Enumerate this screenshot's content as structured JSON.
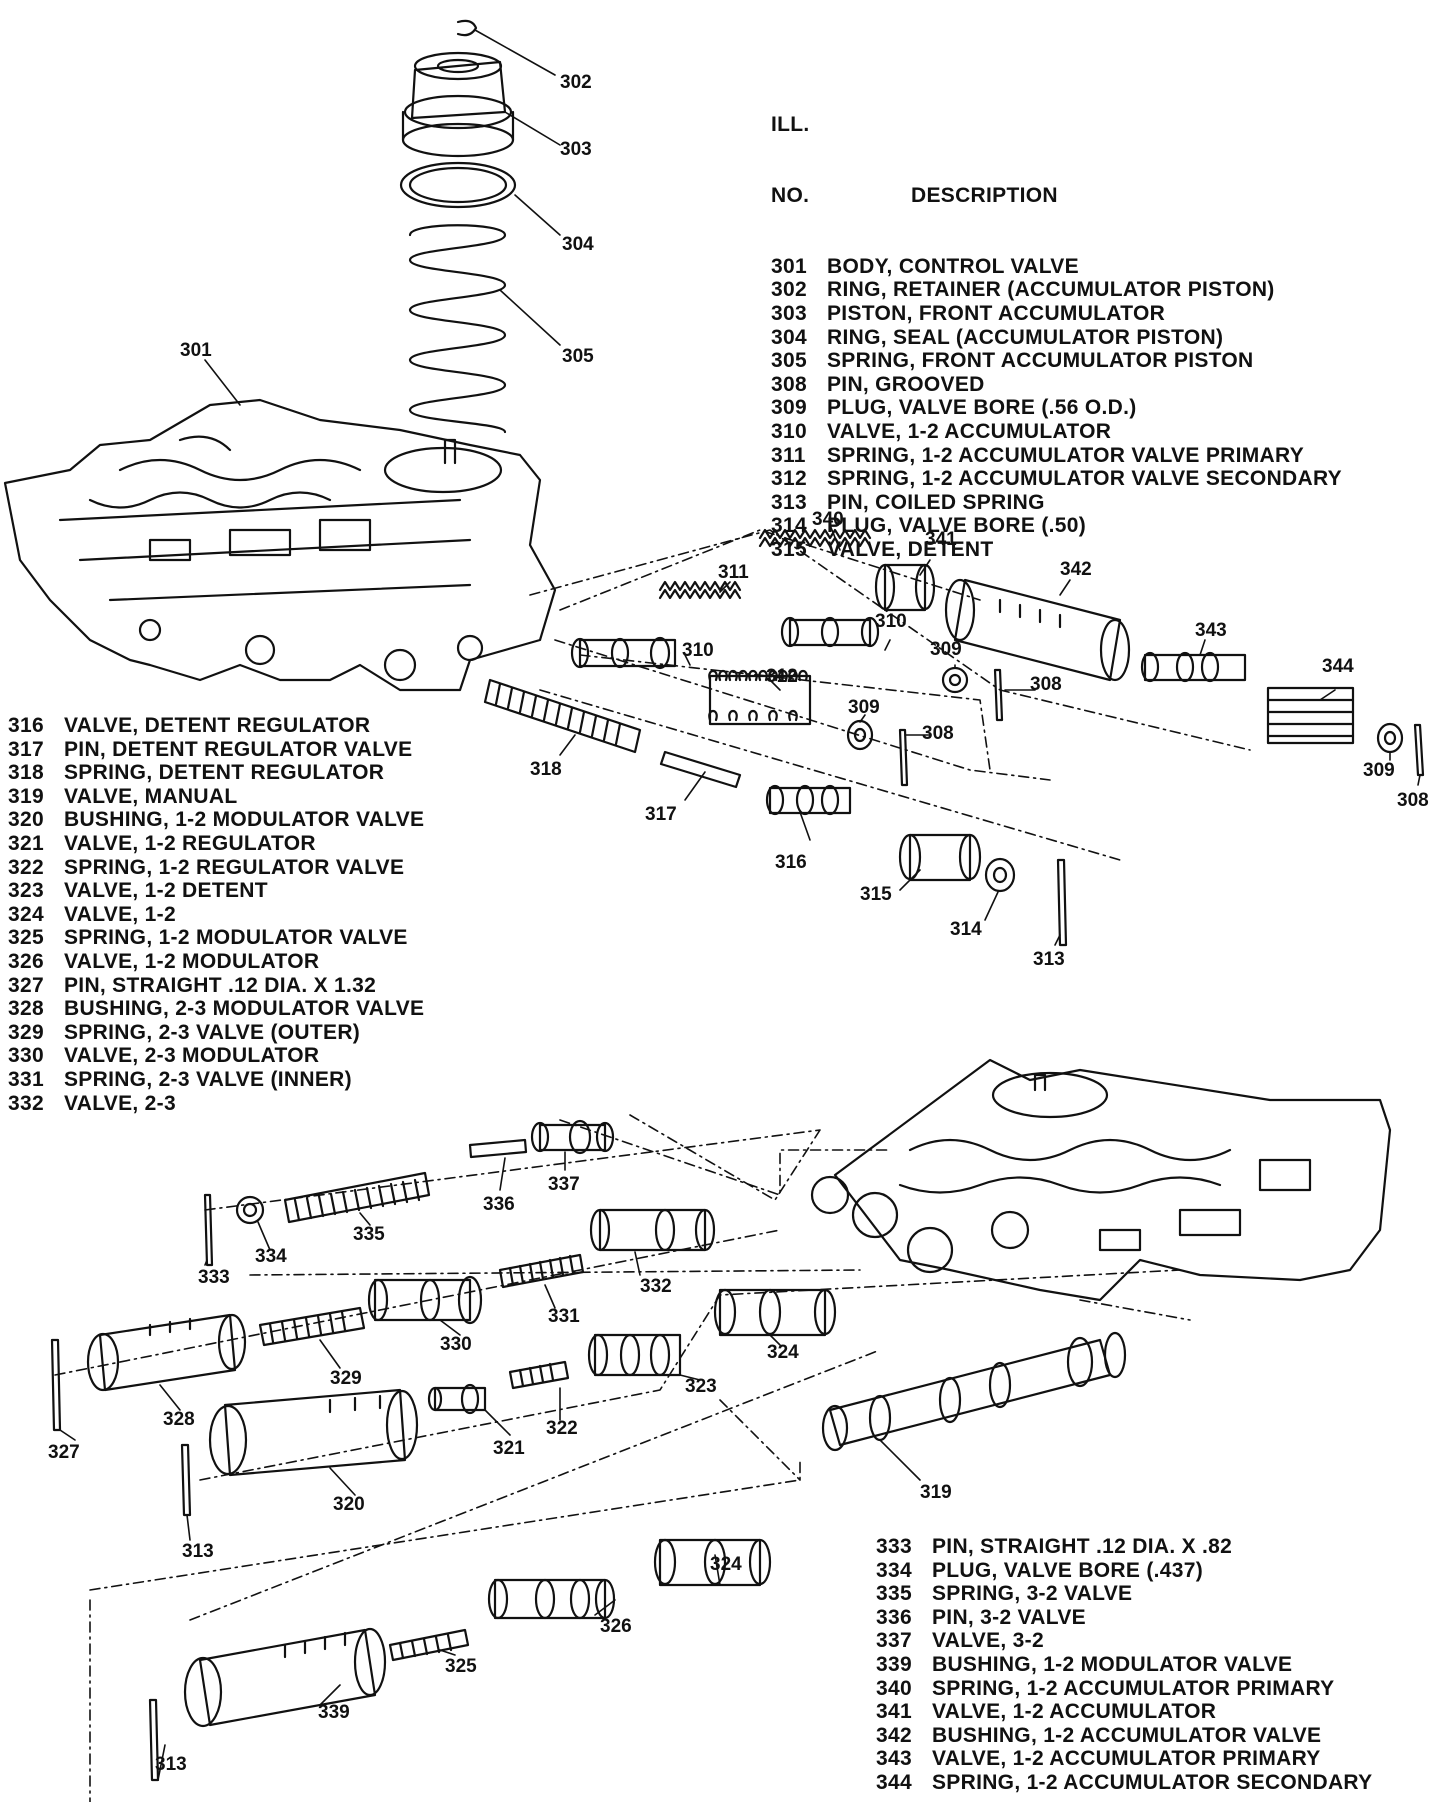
{
  "header": {
    "ill_label": "ILL.",
    "no_label": "NO.",
    "description_label": "DESCRIPTION"
  },
  "legend_top": [
    {
      "no": "301",
      "desc": "BODY, CONTROL VALVE"
    },
    {
      "no": "302",
      "desc": "RING, RETAINER (ACCUMULATOR PISTON)"
    },
    {
      "no": "303",
      "desc": "PISTON, FRONT ACCUMULATOR"
    },
    {
      "no": "304",
      "desc": "RING, SEAL (ACCUMULATOR PISTON)"
    },
    {
      "no": "305",
      "desc": "SPRING, FRONT ACCUMULATOR PISTON"
    },
    {
      "no": "308",
      "desc": "PIN, GROOVED"
    },
    {
      "no": "309",
      "desc": "PLUG, VALVE BORE (.56 O.D.)"
    },
    {
      "no": "310",
      "desc": "VALVE, 1-2 ACCUMULATOR"
    },
    {
      "no": "311",
      "desc": "SPRING, 1-2 ACCUMULATOR VALVE PRIMARY"
    },
    {
      "no": "312",
      "desc": "SPRING, 1-2 ACCUMULATOR VALVE SECONDARY"
    },
    {
      "no": "313",
      "desc": "PIN, COILED SPRING"
    },
    {
      "no": "314",
      "desc": "PLUG, VALVE BORE (.50)"
    },
    {
      "no": "315",
      "desc": "VALVE, DETENT"
    }
  ],
  "legend_left": [
    {
      "no": "316",
      "desc": "VALVE, DETENT REGULATOR"
    },
    {
      "no": "317",
      "desc": "PIN, DETENT REGULATOR VALVE"
    },
    {
      "no": "318",
      "desc": "SPRING, DETENT REGULATOR"
    },
    {
      "no": "319",
      "desc": "VALVE, MANUAL"
    },
    {
      "no": "320",
      "desc": "BUSHING, 1-2 MODULATOR VALVE"
    },
    {
      "no": "321",
      "desc": "VALVE, 1-2 REGULATOR"
    },
    {
      "no": "322",
      "desc": "SPRING, 1-2 REGULATOR VALVE"
    },
    {
      "no": "323",
      "desc": "VALVE, 1-2 DETENT"
    },
    {
      "no": "324",
      "desc": "VALVE, 1-2"
    },
    {
      "no": "325",
      "desc": "SPRING, 1-2 MODULATOR VALVE"
    },
    {
      "no": "326",
      "desc": "VALVE, 1-2 MODULATOR"
    },
    {
      "no": "327",
      "desc": "PIN, STRAIGHT .12 DIA. X 1.32"
    },
    {
      "no": "328",
      "desc": "BUSHING, 2-3 MODULATOR VALVE"
    },
    {
      "no": "329",
      "desc": "SPRING, 2-3 VALVE (OUTER)"
    },
    {
      "no": "330",
      "desc": "VALVE, 2-3 MODULATOR"
    },
    {
      "no": "331",
      "desc": "SPRING, 2-3 VALVE (INNER)"
    },
    {
      "no": "332",
      "desc": "VALVE, 2-3"
    }
  ],
  "legend_bottom_right": [
    {
      "no": "333",
      "desc": "PIN, STRAIGHT .12 DIA. X .82"
    },
    {
      "no": "334",
      "desc": "PLUG, VALVE BORE (.437)"
    },
    {
      "no": "335",
      "desc": "SPRING, 3-2 VALVE"
    },
    {
      "no": "336",
      "desc": "PIN, 3-2 VALVE"
    },
    {
      "no": "337",
      "desc": "VALVE, 3-2"
    },
    {
      "no": "339",
      "desc": "BUSHING, 1-2 MODULATOR VALVE"
    },
    {
      "no": "340",
      "desc": "SPRING, 1-2 ACCUMULATOR PRIMARY"
    },
    {
      "no": "341",
      "desc": "VALVE, 1-2 ACCUMULATOR"
    },
    {
      "no": "342",
      "desc": "BUSHING, 1-2 ACCUMULATOR VALVE"
    },
    {
      "no": "343",
      "desc": "VALVE, 1-2 ACCUMULATOR PRIMARY"
    },
    {
      "no": "344",
      "desc": "SPRING, 1-2 ACCUMULATOR SECONDARY"
    }
  ],
  "callouts": [
    "302",
    "303",
    "304",
    "305",
    "301",
    "340",
    "341",
    "342",
    "311",
    "310",
    "310",
    "309",
    "343",
    "308",
    "312",
    "309",
    "308",
    "344",
    "309",
    "308",
    "318",
    "317",
    "316",
    "315",
    "314",
    "313",
    "336",
    "337",
    "333",
    "334",
    "335",
    "332",
    "331",
    "330",
    "324",
    "329",
    "323",
    "328",
    "322",
    "321",
    "327",
    "320",
    "319",
    "313",
    "324",
    "326",
    "325",
    "339",
    "313"
  ]
}
